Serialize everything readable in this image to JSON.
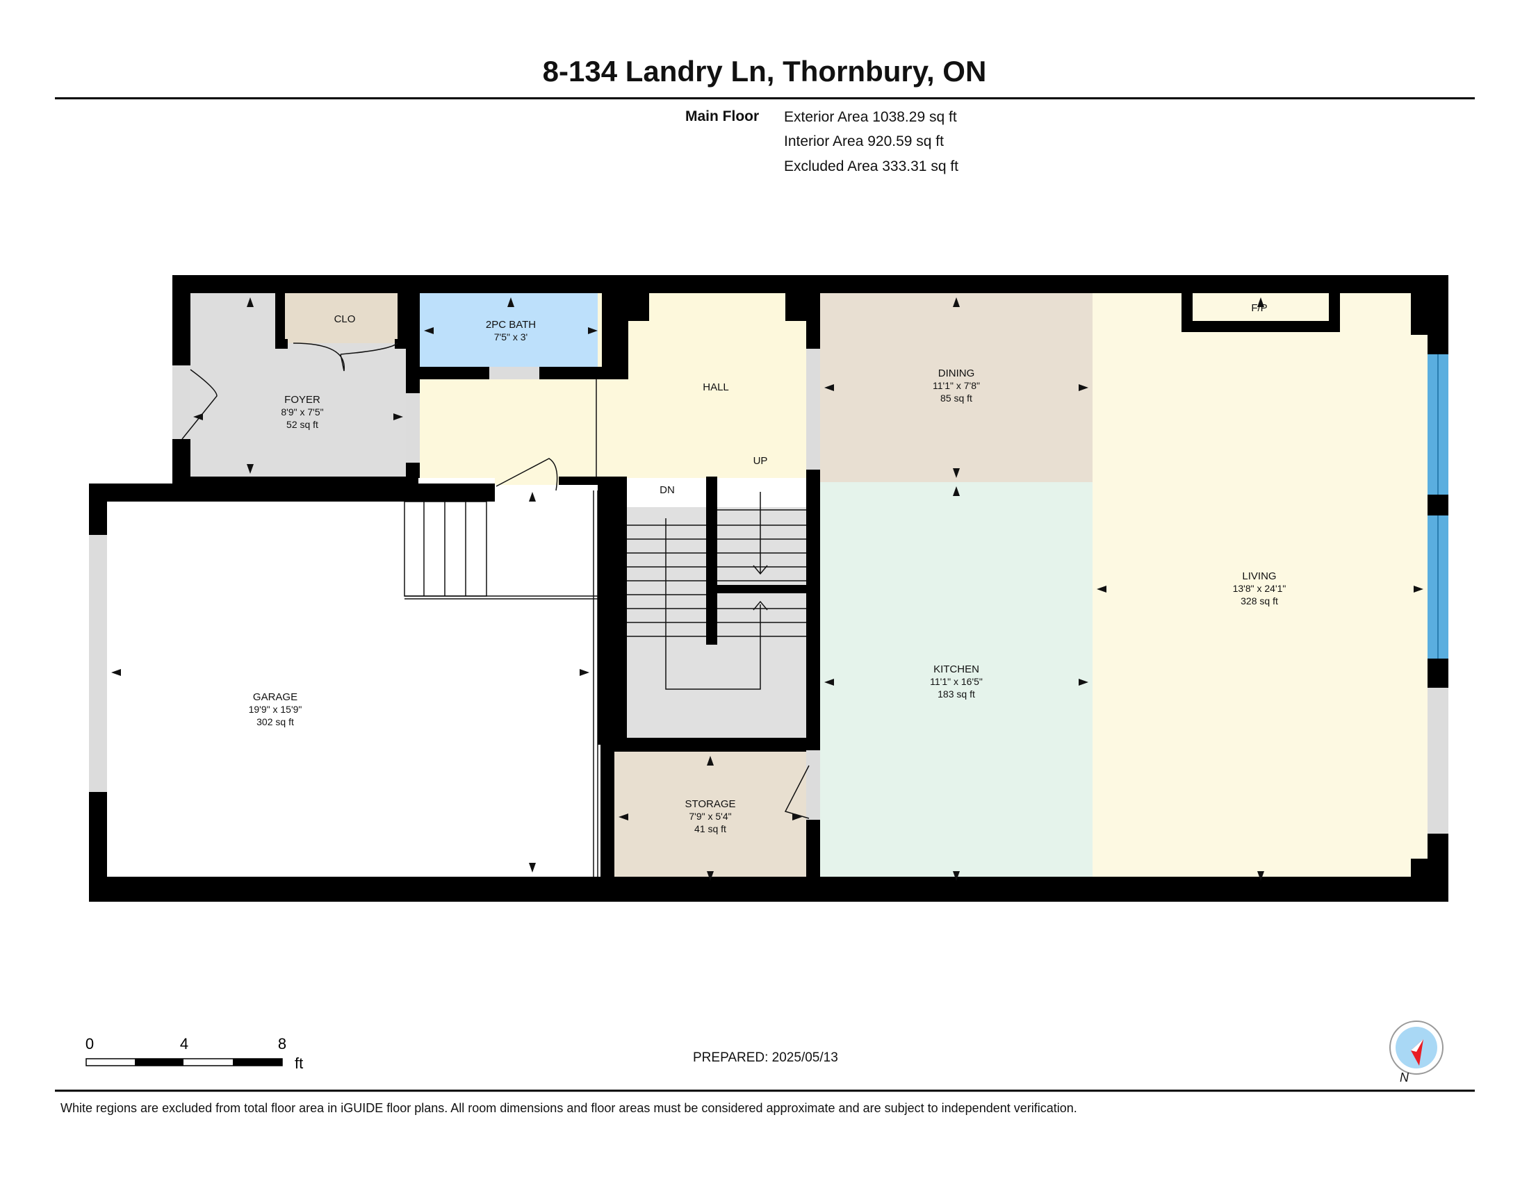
{
  "title": "8-134 Landry Ln, Thornbury, ON",
  "area_summary": {
    "floor_label": "Main Floor",
    "exterior": "Exterior Area 1038.29 sq ft",
    "interior": "Interior Area 920.59 sq ft",
    "excluded": "Excluded Area 333.31 sq ft"
  },
  "rooms": {
    "closet": {
      "name": "CLO"
    },
    "bath": {
      "name": "2PC BATH",
      "dims": "7'5\" x 3'"
    },
    "foyer": {
      "name": "FOYER",
      "dims": "8'9\" x 7'5\"",
      "area": "52 sq ft"
    },
    "hall": {
      "name": "HALL"
    },
    "dining": {
      "name": "DINING",
      "dims": "11'1\" x 7'8\"",
      "area": "85 sq ft"
    },
    "fireplace": {
      "name": "F/P"
    },
    "living": {
      "name": "LIVING",
      "dims": "13'8\" x 24'1\"",
      "area": "328 sq ft"
    },
    "kitchen": {
      "name": "KITCHEN",
      "dims": "11'1\" x 16'5\"",
      "area": "183 sq ft"
    },
    "garage": {
      "name": "GARAGE",
      "dims": "19'9\" x 15'9\"",
      "area": "302 sq ft"
    },
    "storage": {
      "name": "STORAGE",
      "dims": "7'9\" x 5'4\"",
      "area": "41 sq ft"
    }
  },
  "stairs": {
    "up": "UP",
    "down": "DN"
  },
  "scale_bar": {
    "ticks": [
      "0",
      "4",
      "8"
    ],
    "unit": "ft"
  },
  "prepared": "PREPARED: 2025/05/13",
  "compass": {
    "label": "N"
  },
  "disclaimer": "White regions are excluded from total floor area in iGUIDE floor plans. All room dimensions and floor areas must be considered approximate and are subject to independent verification.",
  "colors": {
    "wall": "#000000",
    "closet": "#e6dccb",
    "bath": "#bde0fb",
    "foyer": "#dddddd",
    "hall": "#fdf8dc",
    "dining": "#e8dfd2",
    "kitchen": "#e5f3eb",
    "living": "#fdf9e2",
    "storage": "#e8dfd0",
    "stairs": "#e0e0e0",
    "window": "#5aaedf",
    "opening": "#dcdcdc"
  }
}
